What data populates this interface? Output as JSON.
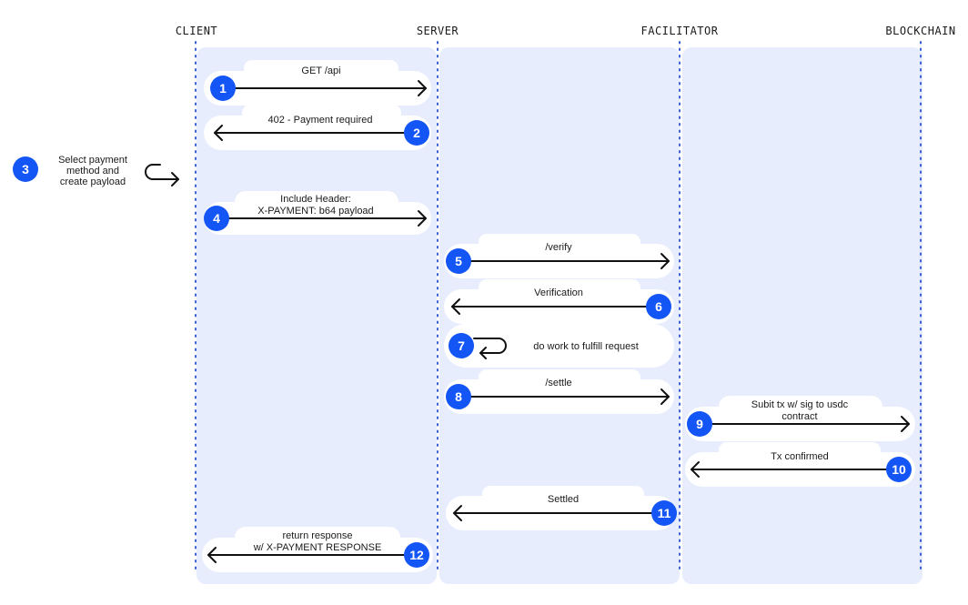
{
  "actors": [
    "CLIENT",
    "SERVER",
    "FACILITATOR",
    "BLOCKCHAIN"
  ],
  "steps": [
    {
      "num": "1",
      "label": [
        "GET /api"
      ]
    },
    {
      "num": "2",
      "label": [
        "402 - Payment required"
      ]
    },
    {
      "num": "3",
      "label": [
        "Select payment",
        "method and",
        "create payload"
      ]
    },
    {
      "num": "4",
      "label": [
        "Include Header:",
        "X-PAYMENT: b64 payload"
      ]
    },
    {
      "num": "5",
      "label": [
        "/verify"
      ]
    },
    {
      "num": "6",
      "label": [
        "Verification"
      ]
    },
    {
      "num": "7",
      "label": [
        "do work to fulfill request"
      ]
    },
    {
      "num": "8",
      "label": [
        "/settle"
      ]
    },
    {
      "num": "9",
      "label": [
        "Subit tx w/ sig to usdc",
        "contract"
      ]
    },
    {
      "num": "10",
      "label": [
        "Tx confirmed"
      ]
    },
    {
      "num": "11",
      "label": [
        "Settled"
      ]
    },
    {
      "num": "12",
      "label": [
        "return response",
        "w/ X-PAYMENT RESPONSE"
      ]
    }
  ],
  "colors": {
    "accent": "#1455f5",
    "lane": "#e7edfd",
    "lifeline": "#3a5fd6"
  }
}
